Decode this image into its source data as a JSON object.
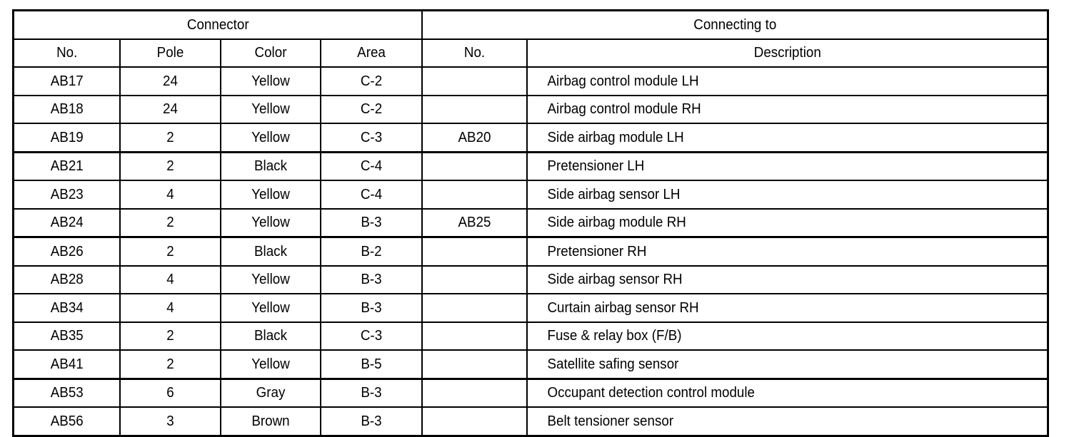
{
  "table": {
    "group_headers": [
      {
        "label": "Connector",
        "span": 4
      },
      {
        "label": "Connecting to",
        "span": 2
      }
    ],
    "columns": [
      {
        "key": "no",
        "label": "No."
      },
      {
        "key": "pole",
        "label": "Pole"
      },
      {
        "key": "color",
        "label": "Color"
      },
      {
        "key": "area",
        "label": "Area"
      },
      {
        "key": "cno",
        "label": "No."
      },
      {
        "key": "desc",
        "label": "Description"
      }
    ],
    "rows": [
      {
        "no": "AB17",
        "pole": "24",
        "color": "Yellow",
        "area": "C-2",
        "cno": "",
        "desc": "Airbag control module LH",
        "thick_below": false
      },
      {
        "no": "AB18",
        "pole": "24",
        "color": "Yellow",
        "area": "C-2",
        "cno": "",
        "desc": "Airbag control module RH",
        "thick_below": false
      },
      {
        "no": "AB19",
        "pole": "2",
        "color": "Yellow",
        "area": "C-3",
        "cno": "AB20",
        "desc": "Side airbag module LH",
        "thick_below": true
      },
      {
        "no": "AB21",
        "pole": "2",
        "color": "Black",
        "area": "C-4",
        "cno": "",
        "desc": "Pretensioner LH",
        "thick_below": false
      },
      {
        "no": "AB23",
        "pole": "4",
        "color": "Yellow",
        "area": "C-4",
        "cno": "",
        "desc": "Side airbag sensor LH",
        "thick_below": false
      },
      {
        "no": "AB24",
        "pole": "2",
        "color": "Yellow",
        "area": "B-3",
        "cno": "AB25",
        "desc": "Side airbag module RH",
        "thick_below": true
      },
      {
        "no": "AB26",
        "pole": "2",
        "color": "Black",
        "area": "B-2",
        "cno": "",
        "desc": "Pretensioner RH",
        "thick_below": false
      },
      {
        "no": "AB28",
        "pole": "4",
        "color": "Yellow",
        "area": "B-3",
        "cno": "",
        "desc": "Side airbag sensor RH",
        "thick_below": false
      },
      {
        "no": "AB34",
        "pole": "4",
        "color": "Yellow",
        "area": "B-3",
        "cno": "",
        "desc": "Curtain airbag sensor RH",
        "thick_below": false
      },
      {
        "no": "AB35",
        "pole": "2",
        "color": "Black",
        "area": "C-3",
        "cno": "",
        "desc": "Fuse & relay box (F/B)",
        "thick_below": false
      },
      {
        "no": "AB41",
        "pole": "2",
        "color": "Yellow",
        "area": "B-5",
        "cno": "",
        "desc": "Satellite safing sensor",
        "thick_below": true
      },
      {
        "no": "AB53",
        "pole": "6",
        "color": "Gray",
        "area": "B-3",
        "cno": "",
        "desc": "Occupant detection control module",
        "thick_below": false
      },
      {
        "no": "AB56",
        "pole": "3",
        "color": "Brown",
        "area": "B-3",
        "cno": "",
        "desc": "Belt tensioner sensor",
        "thick_below": false
      }
    ]
  },
  "colors": {
    "border": "#000000",
    "text": "#000000",
    "background": "#ffffff"
  }
}
